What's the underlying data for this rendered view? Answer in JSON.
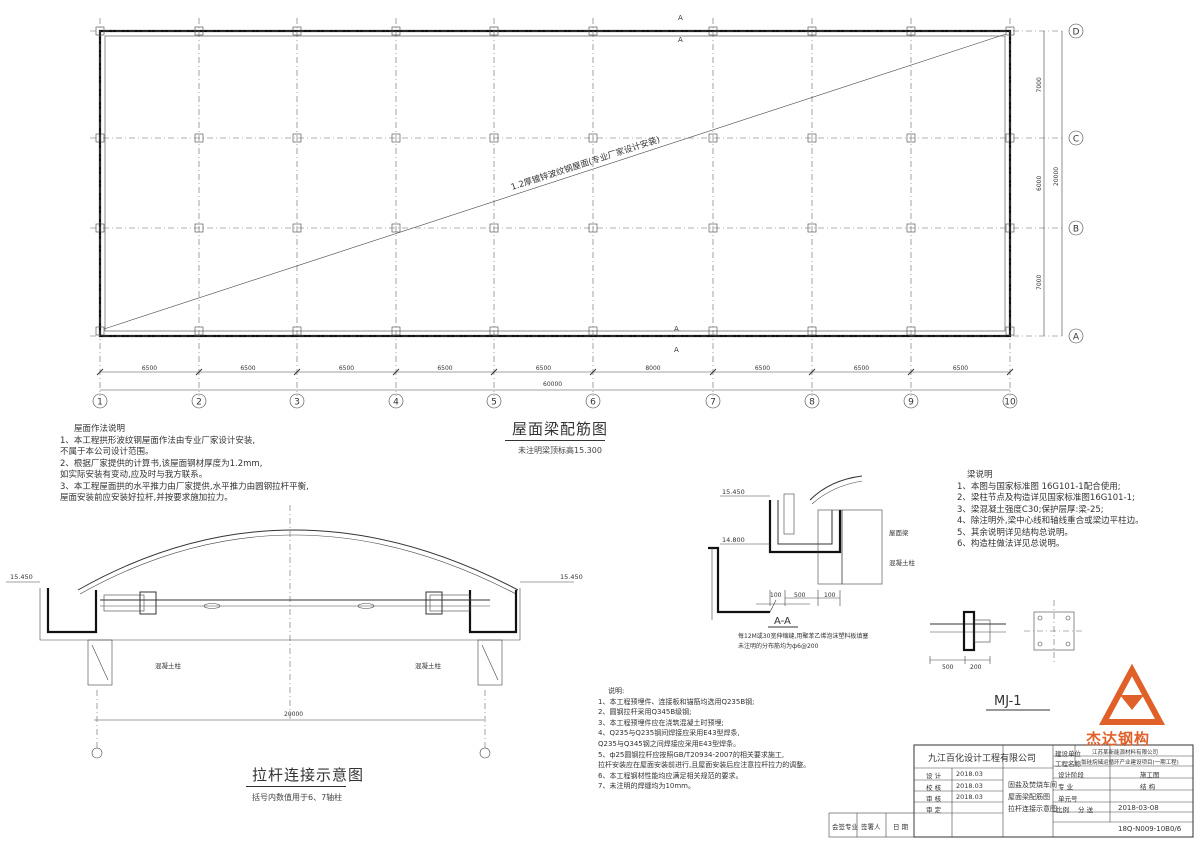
{
  "plan": {
    "axis_cols": [
      "1",
      "2",
      "3",
      "4",
      "5",
      "6",
      "7",
      "8",
      "9",
      "10"
    ],
    "axis_rows": [
      "A",
      "B",
      "C",
      "D"
    ],
    "bay_dims": [
      "6500",
      "6500",
      "6500",
      "6500",
      "6500",
      "8000",
      "6500",
      "6500",
      "6500"
    ],
    "total_dim": "60000",
    "row_dims": [
      "7000",
      "6000",
      "7000"
    ],
    "row_total": "20000",
    "diagonal_note": "1.2厚镀锌波纹钢屋面(专业厂家设计安装)",
    "section_mark": "A",
    "title": "屋面梁配筋图",
    "subtitle": "未注明梁顶标高15.300"
  },
  "roof_notes": {
    "heading": "屋面作法说明",
    "lines": [
      "1、本工程拱形波纹钢屋面作法由专业厂家设计安装,",
      "   不属于本公司设计范围。",
      "2、根据厂家提供的计算书,该屋面钢材厚度为1.2mm,",
      "   如实际安装有变动,应及时与我方联系。",
      "3、本工程屋面拱的水平推力由厂家提供,水平推力由圆钢拉杆平衡,",
      "   屋面安装前应安装好拉杆,并按要求施加拉力。"
    ]
  },
  "section": {
    "title": "拉杆连接示意图",
    "subtitle": "括号内数值用于6、7轴柱",
    "level_left": "15.450",
    "level_right": "15.450",
    "label_col_left": "混凝土柱",
    "label_col_right": "混凝土柱",
    "span": "20000"
  },
  "detail_aa": {
    "title": "A-A",
    "level_top": "15.450",
    "level_mid": "14.800",
    "label_beam": "屋面梁",
    "label_col": "混凝土柱",
    "dims": [
      "100",
      "500",
      "100"
    ],
    "note1": "每12M或30宽伸缩缝,用聚苯乙烯泡沫塑料板填塞",
    "note2": "未注明的分布筋均为ф6@200"
  },
  "beam_notes": {
    "heading": "梁说明",
    "lines": [
      "1、本图与国家标准图 16G101-1配合使用;",
      "2、梁柱节点及构造详见国家标准图16G101-1;",
      "3、梁混凝土强度C30;保护层厚:梁-25;",
      "4、除注明外,梁中心线和轴线重合或梁边平柱边。",
      "5、其余说明详见结构总说明。",
      "6、构造柱做法详见总说明。"
    ]
  },
  "mj": {
    "title": "MJ-1",
    "dims": [
      "500",
      "200"
    ]
  },
  "general_notes": {
    "heading": "说明:",
    "lines": [
      "1、本工程预埋件、连接板和锚筋均选用Q235B钢;",
      "2、圆钢拉杆采用Q345B级钢;",
      "3、本工程预埋件应在浇筑混凝土时预埋;",
      "4、Q235与Q235钢间焊接应采用E43型焊条,",
      "   Q235与Q345钢之间焊接应采用E43型焊条。",
      "5、ф25圆钢拉杆应按照GB/T20934-2007的相关要求施工,",
      "   拉杆安装应在屋面安装前进行,且屋面安装后应注意拉杆拉力的调整。",
      "6、本工程钢材性能均应满足相关规范的要求。",
      "7、未注明的焊缝均为10mm。"
    ]
  },
  "logo": {
    "text": "杰达钢构",
    "color": "#e0602a"
  },
  "titleblock": {
    "company": "九江百化设计工程有限公司",
    "client_label": "建设单位",
    "client": "江苏某新能源材料有限公司",
    "project_label": "工程名称",
    "project": "氯硅烷储运循环产业建设项目(一期工程)",
    "drawing_title_1": "固盐及焚烧车间",
    "drawing_title_2": "屋面梁配筋图",
    "drawing_title_3": "拉杆连接示意图",
    "roles": [
      "设 计",
      "校 核",
      "审 核",
      "审 定"
    ],
    "role_dates": [
      "2018.03",
      "2018.03",
      "2018.03",
      ""
    ],
    "stage_label": "设计阶段",
    "stage": "施工图",
    "discipline_label": "专 业",
    "discipline": "结 构",
    "unit_label": "单元号",
    "scale_label": "比例",
    "date_label": "分 送",
    "date": "2018-03-08",
    "drawing_no": "18Q-N009-10B0/6",
    "sign_labels": [
      "会签专业",
      "签署人",
      "日 期"
    ]
  }
}
